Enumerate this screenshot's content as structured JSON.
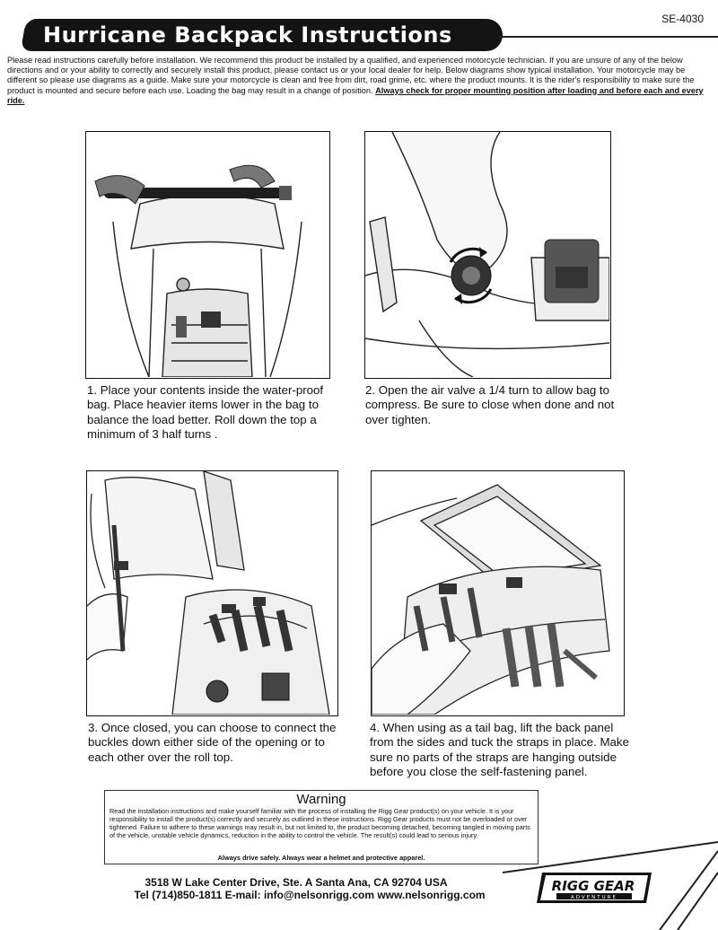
{
  "header": {
    "title": "Hurricane Backpack Instructions",
    "code": "SE-4030"
  },
  "intro": {
    "text": "Please read instructions carefully before installation. We recommend this product be installed by a qualified, and experienced motorcycle technician. If you are unsure of any of the below directions and or your ability to correctly and securely install this product, please contact us or your local dealer for help. Below diagrams show typical installation. Your motorcycle may be different so please use diagrams as a guide. Make sure your motorcycle is clean and free from dirt, road grime, etc. where the product mounts. It is the rider's responsibility to make sure the product is mounted and secure before each use. Loading the bag may result in a change of position. ",
    "emphasis": "Always check for proper mounting position after loading and before each and every ride."
  },
  "steps": [
    {
      "caption": "1. Place your contents inside the water-proof bag. Place heavier items lower in the bag to balance the load better. Roll down the top a minimum of 3 half turns ."
    },
    {
      "caption": "2. Open the air valve a 1/4 turn to allow bag to compress. Be sure to close when done and not over tighten."
    },
    {
      "caption": "3. Once closed, you can choose to connect the buckles down either side of the opening or to each other over the roll top."
    },
    {
      "caption": "4. When using as a tail bag, lift the back panel from the sides and tuck the straps in place. Make sure no parts of the straps are hanging outside before  you close the self-fastening panel."
    }
  ],
  "warning": {
    "title": "Warning",
    "body": "Read the installation instructions and make yourself familiar with the process of installing the Rigg Gear product(s) on your vehicle.  It is your responsibility to install the product(s) correctly and securely as outlined in these instructions.  Rigg Gear products must not be overloaded or over tightened. Failure to adhere to these warnings may result in, but not limited to, the product becoming detached, becoming tangled in moving parts of the vehicle, unstable vehicle dynamics, reduction in the ability to control the vehicle.  The result(s) could lead to serious injury.",
    "bold": "Always drive safely.  Always wear a helmet and protective apparel."
  },
  "footer": {
    "address": "3518 W Lake Center Drive, Ste. A Santa Ana, CA 92704 USA",
    "contact": "Tel (714)850-1811 E-mail: info@nelsonrigg.com www.nelsonrigg.com"
  },
  "logo": {
    "brand": "RIGG GEAR",
    "sub": "ADVENTURE"
  }
}
